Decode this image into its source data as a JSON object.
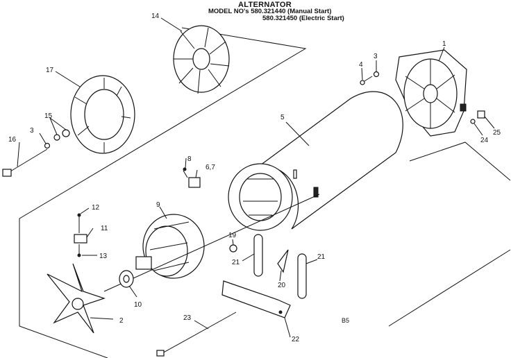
{
  "title": {
    "heading": "ALTERNATOR",
    "model_line": "MODEL NO's 580.321440 (Manual Start)",
    "model_line2": "580.321450 (Electric Start)"
  },
  "diagram_code": "B5",
  "callouts": [
    {
      "id": "c1",
      "label": "1"
    },
    {
      "id": "c2",
      "label": "2"
    },
    {
      "id": "c3a",
      "label": "3"
    },
    {
      "id": "c3b",
      "label": "3"
    },
    {
      "id": "c4",
      "label": "4"
    },
    {
      "id": "c5",
      "label": "5"
    },
    {
      "id": "c67",
      "label": "6,7"
    },
    {
      "id": "c8",
      "label": "8"
    },
    {
      "id": "c9",
      "label": "9"
    },
    {
      "id": "c10",
      "label": "10"
    },
    {
      "id": "c11",
      "label": "11"
    },
    {
      "id": "c12",
      "label": "12"
    },
    {
      "id": "c13",
      "label": "13"
    },
    {
      "id": "c14",
      "label": "14"
    },
    {
      "id": "c15",
      "label": "15"
    },
    {
      "id": "c16",
      "label": "16"
    },
    {
      "id": "c17",
      "label": "17"
    },
    {
      "id": "c19",
      "label": "19"
    },
    {
      "id": "c20",
      "label": "20"
    },
    {
      "id": "c21a",
      "label": "21"
    },
    {
      "id": "c21b",
      "label": "21"
    },
    {
      "id": "c22",
      "label": "22"
    },
    {
      "id": "c23",
      "label": "23"
    },
    {
      "id": "c24",
      "label": "24"
    },
    {
      "id": "c25",
      "label": "25"
    }
  ]
}
